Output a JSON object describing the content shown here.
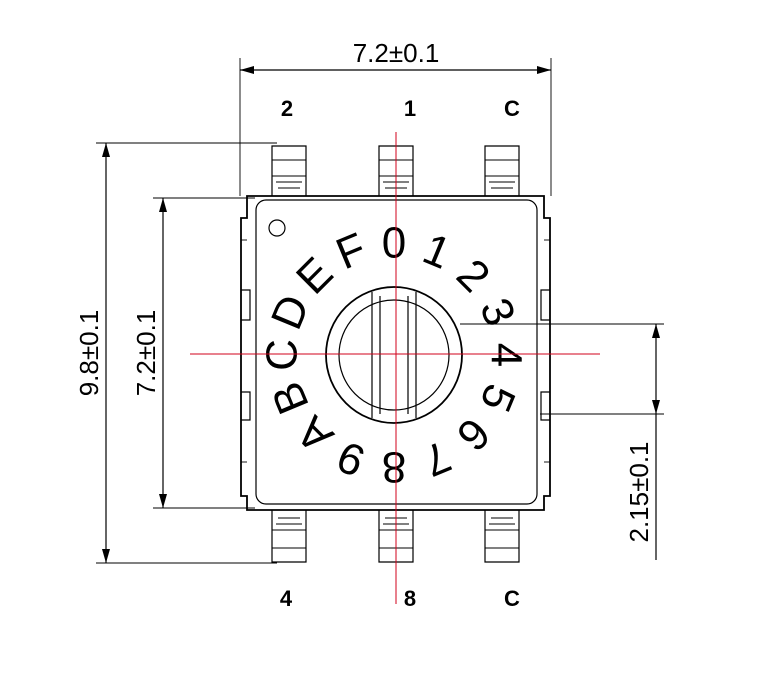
{
  "dimensions": {
    "top_width": "7.2±0.1",
    "overall_height": "9.8±0.1",
    "body_height": "7.2±0.1",
    "offset": "2.15±0.1"
  },
  "pins": {
    "top_left": "2",
    "top_middle": "1",
    "top_right": "C",
    "bottom_left": "4",
    "bottom_middle": "8",
    "bottom_right": "C"
  },
  "dial": {
    "labels": [
      "0",
      "1",
      "2",
      "3",
      "4",
      "5",
      "6",
      "7",
      "8",
      "9",
      "A",
      "B",
      "C",
      "D",
      "E",
      "F"
    ]
  },
  "colors": {
    "outline": "#000000",
    "centerline": "#d0021b"
  }
}
